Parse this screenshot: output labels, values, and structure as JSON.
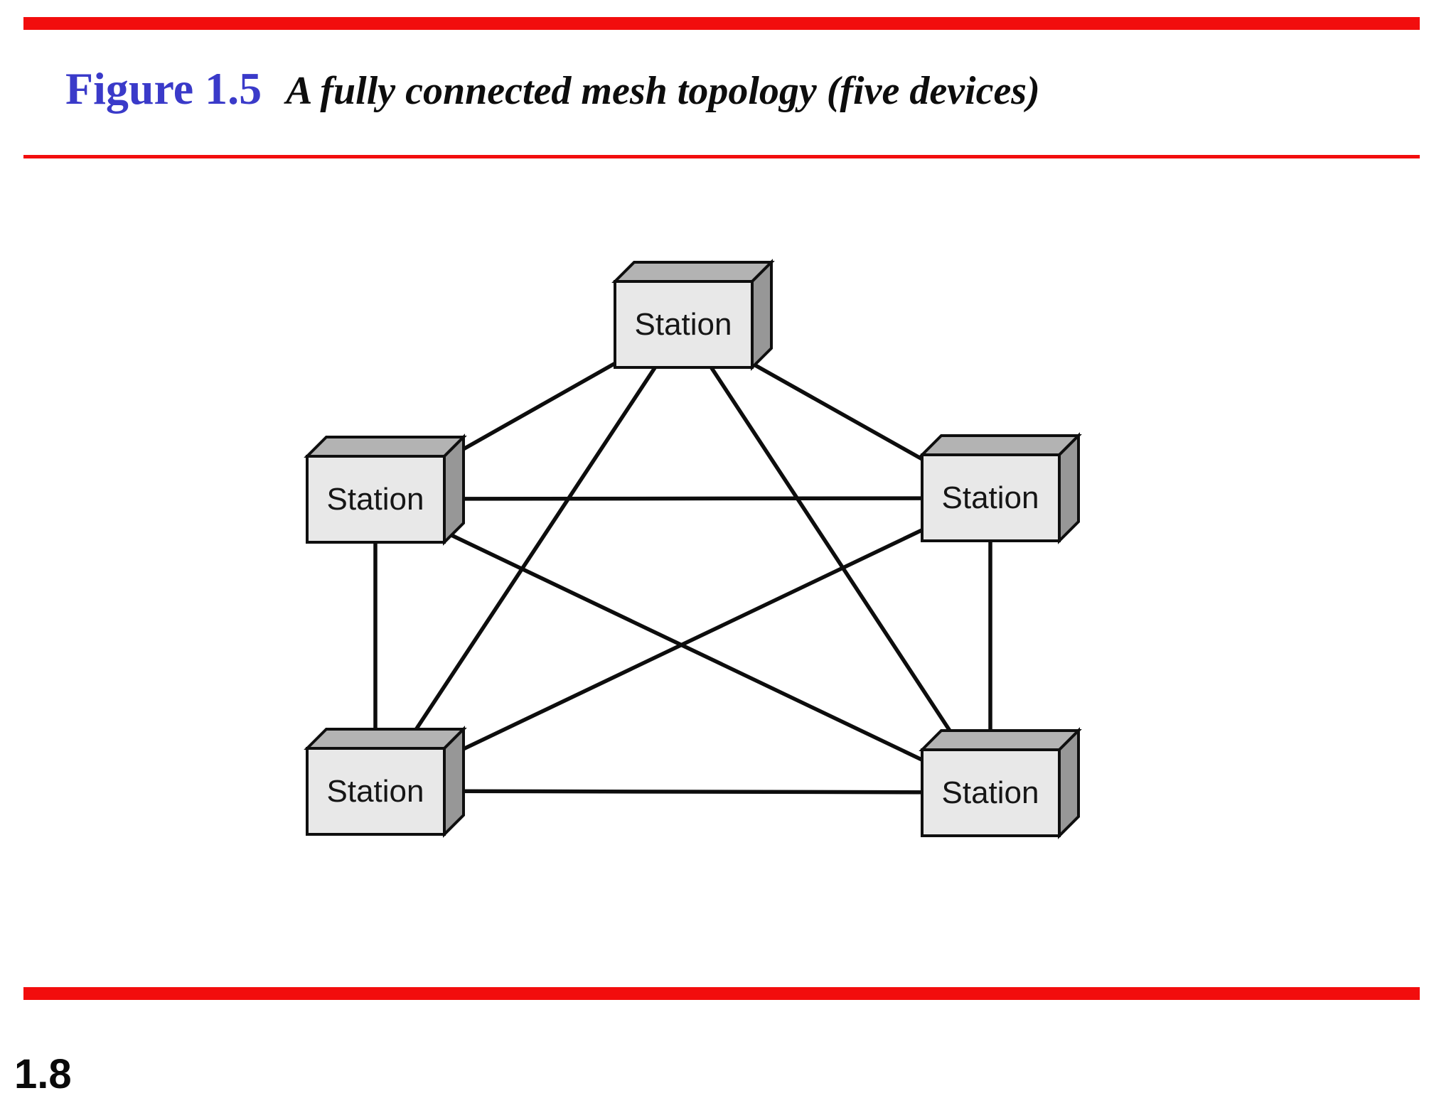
{
  "slide": {
    "figure_label": "Figure 1.5",
    "figure_caption": "A fully connected mesh topology (five devices)",
    "page_number": "1.8"
  },
  "colors": {
    "accent_red": "#f20d0d",
    "figure_label_blue": "#3a3ac9",
    "caption_black": "#0d0d0d",
    "box_front": "#e8e8e8",
    "box_top": "#b3b3b3",
    "box_side": "#979797",
    "box_outline": "#0f0f0f",
    "line": "#0d0d0d",
    "label_text": "#161616"
  },
  "diagram": {
    "type": "network-topology",
    "topology": "fully-connected-mesh",
    "device_count": 5,
    "stations": [
      {
        "id": "top",
        "label": "Station"
      },
      {
        "id": "left",
        "label": "Station"
      },
      {
        "id": "right",
        "label": "Station"
      },
      {
        "id": "bottom-left",
        "label": "Station"
      },
      {
        "id": "bottom-right",
        "label": "Station"
      }
    ],
    "connections": [
      [
        "top",
        "left"
      ],
      [
        "top",
        "right"
      ],
      [
        "top",
        "bottom-left"
      ],
      [
        "top",
        "bottom-right"
      ],
      [
        "left",
        "right"
      ],
      [
        "left",
        "bottom-left"
      ],
      [
        "left",
        "bottom-right"
      ],
      [
        "right",
        "bottom-left"
      ],
      [
        "right",
        "bottom-right"
      ],
      [
        "bottom-left",
        "bottom-right"
      ]
    ]
  }
}
